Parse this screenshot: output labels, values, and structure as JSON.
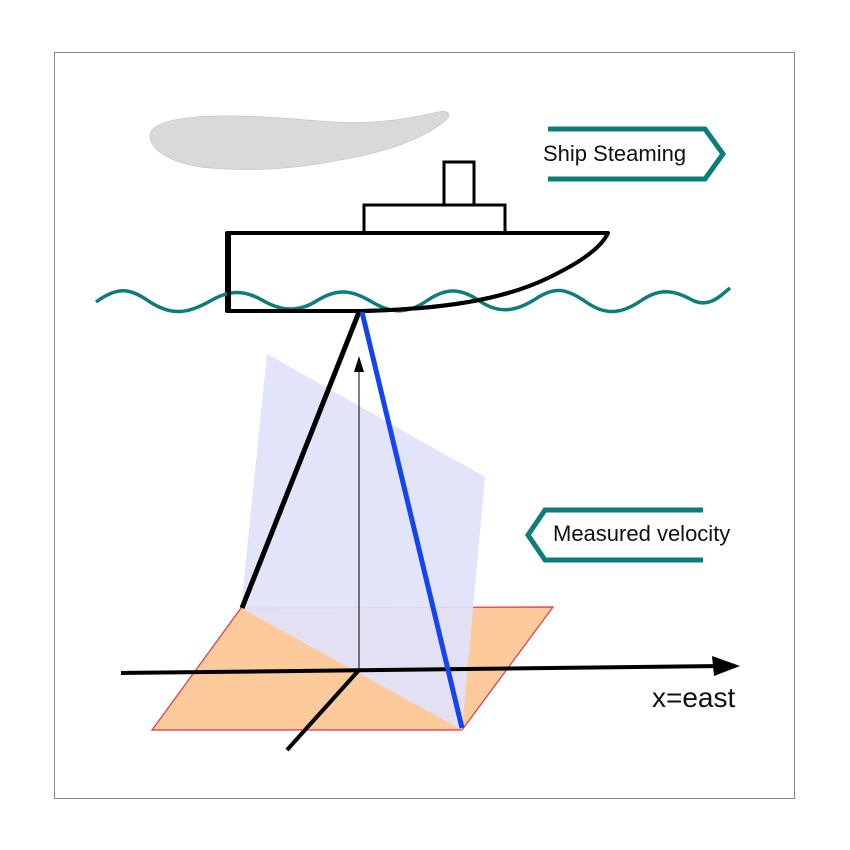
{
  "labels": {
    "ship_steaming": "Ship Steaming",
    "measured_velocity": "Measured velocity",
    "x_axis": "x=east"
  },
  "colors": {
    "frame": "#888888",
    "plane": "#e0e2fa",
    "ground": "#fdcb9b",
    "ground_edge": "#e2344a",
    "beam_left": "#000000",
    "beam_right": "#1444f0",
    "wave": "#0e7c7b",
    "arrow": "#0e7c7b",
    "smoke": "#d9d9d9"
  },
  "icons": {
    "ship": "ship-icon",
    "smoke": "smoke-icon"
  }
}
